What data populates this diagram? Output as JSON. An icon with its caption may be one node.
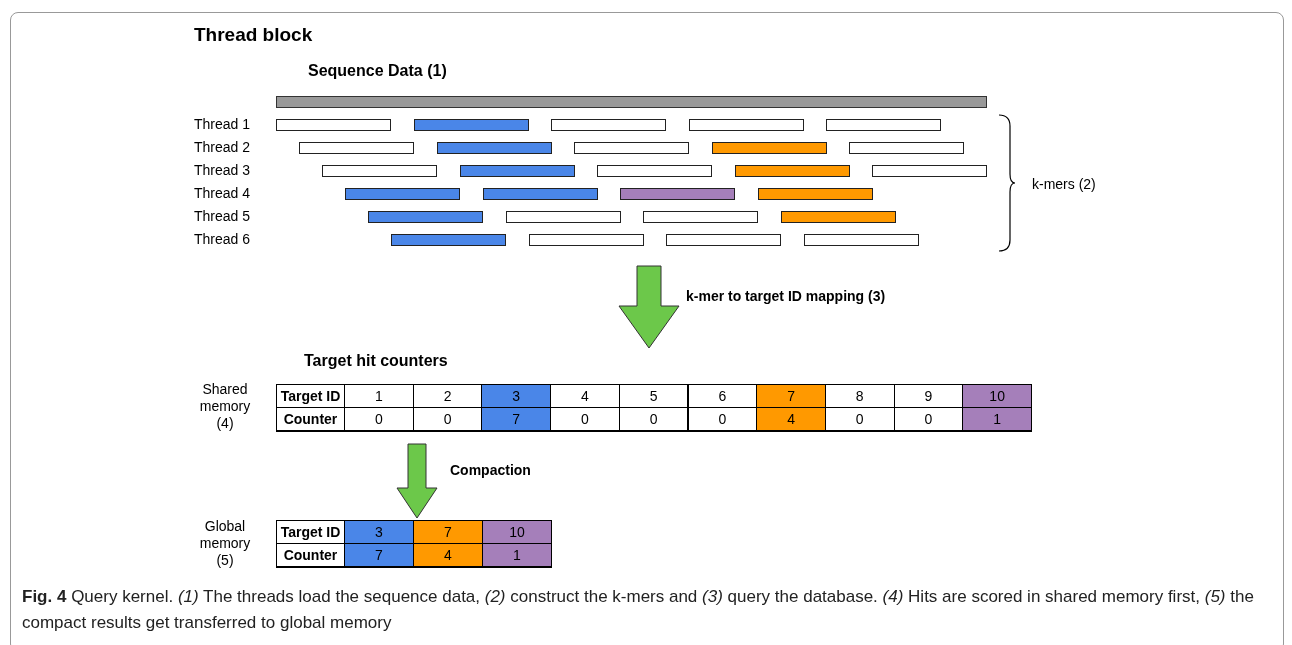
{
  "diagram": {
    "title": "Thread block",
    "caption": "**Fig. 4** Query kernel. *(1)* The threads load the sequence data, *(2)* construct the k-mers and *(3)* query the database. *(4)* Hits are scored in shared memory first, *(5)* the compact results get transferred to global memory",
    "nodes": [
      {
        "text": [
          "Sequence Data (1)"
        ]
      },
      {
        "text": [
          "k-mers (2)"
        ]
      },
      {
        "text": [
          "Target hit counters"
        ],
        "beside": [
          "Shared memory (4)"
        ]
      },
      {
        "text": [],
        "shape": "box",
        "beside": [
          "Global memory (5)"
        ]
      }
    ],
    "edges": [
      {
        "from": 1,
        "to": 2,
        "arrow": "to",
        "label": "k-mer to target ID mapping (3)",
        "style": "thick"
      },
      {
        "from": 2,
        "to": 3,
        "arrow": "to",
        "label": "Compaction",
        "style": "thick"
      }
    ],
    "labels": [
      "Thread 1",
      "Thread 2",
      "Thread 3",
      "Thread 4",
      "Thread 5",
      "Thread 6",
      "Target ID",
      "1",
      "2",
      "3",
      "4",
      "5",
      "6",
      "7",
      "8",
      "9",
      "10",
      "Counter",
      "0",
      "0",
      "7",
      "0",
      "0",
      "0",
      "4",
      "0",
      "0",
      "1",
      "Target ID",
      "3",
      "7",
      "10",
      "Counter",
      "7",
      "4",
      "1"
    ]
  }
}
